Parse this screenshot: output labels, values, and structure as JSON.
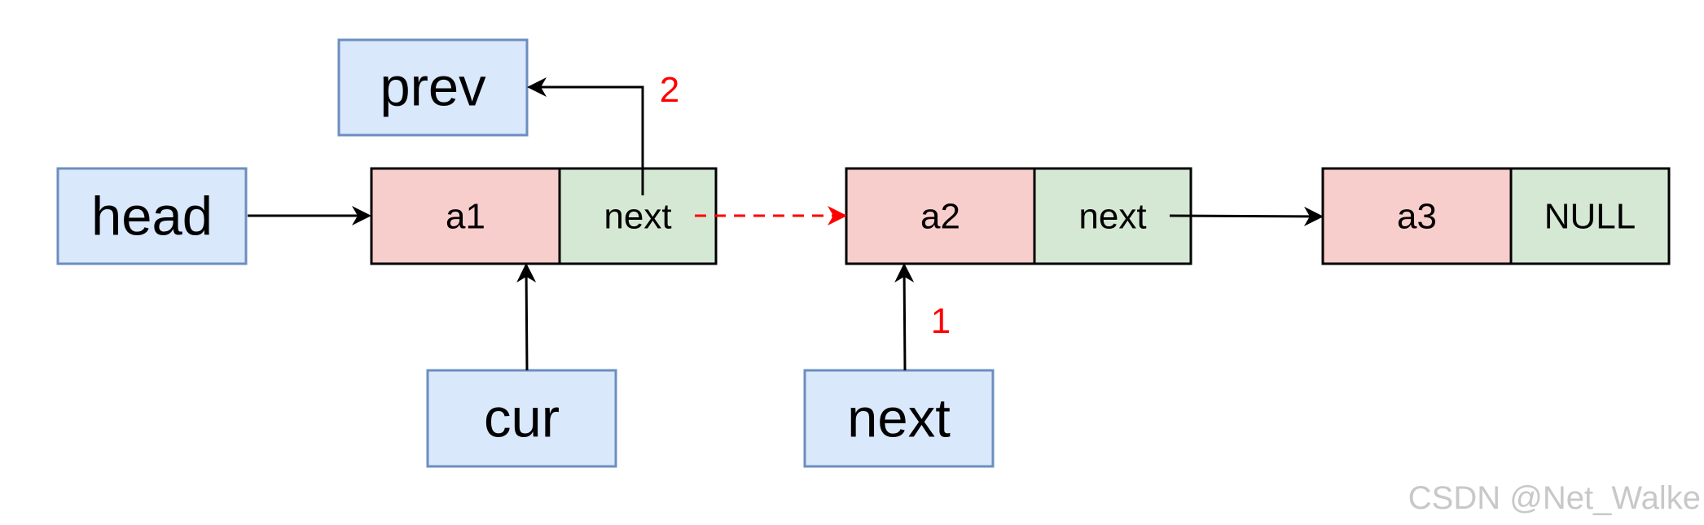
{
  "colors": {
    "pointer_fill": "#dae8fc",
    "pointer_stroke": "#6c8ebf",
    "data_fill": "#f8cecc",
    "next_fill": "#d5e8d4",
    "node_stroke": "#000000",
    "arrow": "#000000",
    "highlight": "#ff0000",
    "watermark": "#c8c8c8"
  },
  "pointers": {
    "head": "head",
    "prev": "prev",
    "cur": "cur",
    "next": "next"
  },
  "nodes": {
    "a1": {
      "data": "a1",
      "link": "next"
    },
    "a2": {
      "data": "a2",
      "link": "next"
    },
    "a3": {
      "data": "a3",
      "link": "NULL"
    }
  },
  "steps": {
    "one": "1",
    "two": "2"
  },
  "watermark": "CSDN @Net_Walke"
}
